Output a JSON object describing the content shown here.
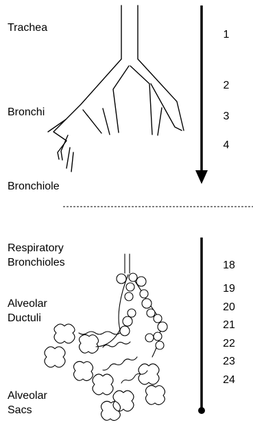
{
  "upper_zone": {
    "labels": {
      "trachea": "Trachea",
      "bronchi": "Bronchi",
      "bronchiole": "Bronchiole"
    },
    "generations": [
      "1",
      "2",
      "3",
      "4"
    ]
  },
  "lower_zone": {
    "labels": {
      "respiratory_1": "Respiratory",
      "respiratory_2": "Bronchioles",
      "alveolar_ductuli_1": "Alveolar",
      "alveolar_ductuli_2": "Ductuli",
      "alveolar_sacs_1": "Alveolar",
      "alveolar_sacs_2": "Sacs"
    },
    "generations": [
      "18",
      "19",
      "20",
      "21",
      "22",
      "23",
      "24"
    ]
  }
}
